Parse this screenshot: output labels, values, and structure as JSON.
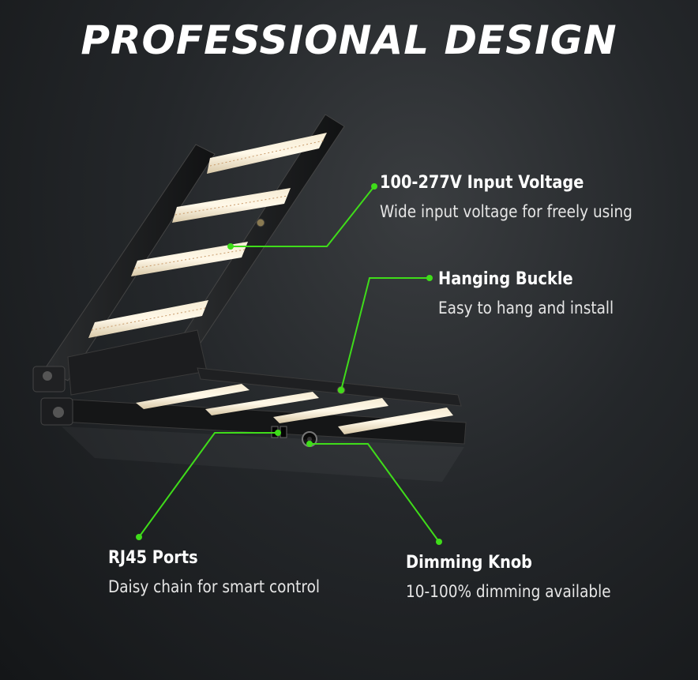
{
  "title": "PROFESSIONAL DESIGN",
  "colors": {
    "accent": "#3fdc1a",
    "background": "#24272a",
    "text": "#ffffff"
  },
  "callouts": [
    {
      "id": "voltage",
      "title": "100-277V Input Voltage",
      "description": "Wide input voltage for freely using"
    },
    {
      "id": "buckle",
      "title": "Hanging Buckle",
      "description": "Easy to hang and install"
    },
    {
      "id": "rj45",
      "title": "RJ45 Ports",
      "description": "Daisy chain for smart control"
    },
    {
      "id": "knob",
      "title": "Dimming Knob",
      "description": "10-100% dimming available"
    }
  ]
}
